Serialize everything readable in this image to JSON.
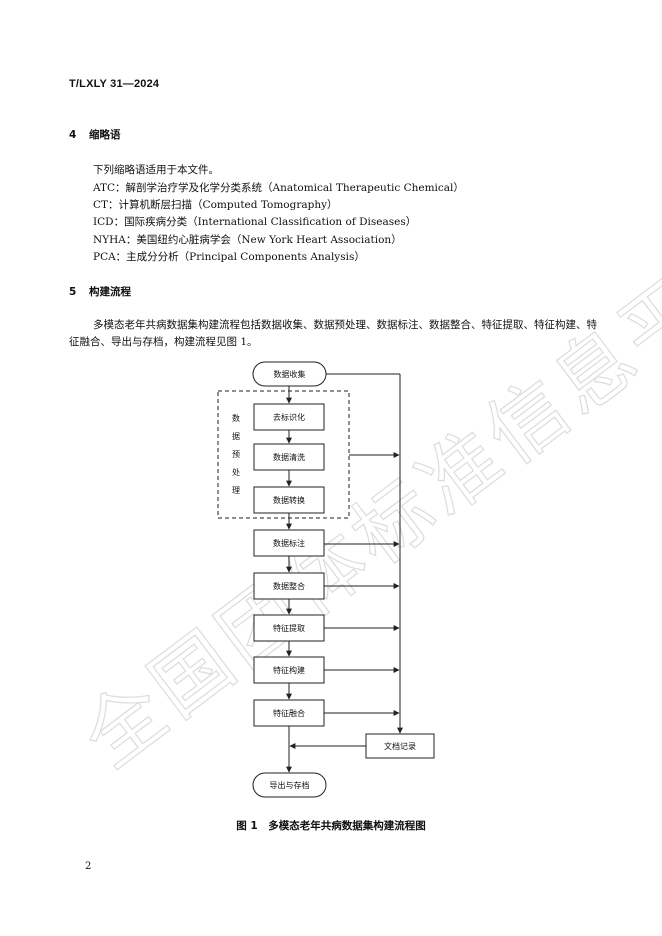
{
  "header": {
    "standard_code": "T/LXLY 31—2024"
  },
  "section4": {
    "number": "4",
    "title": "缩略语",
    "intro": "下列缩略语适用于本文件。",
    "items": [
      "ATC：解剖学治疗学及化学分类系统（Anatomical Therapeutic Chemical）",
      "CT：计算机断层扫描（Computed Tomography）",
      "ICD：国际疾病分类（International Classification of Diseases）",
      "NYHA：美国纽约心脏病学会（New York Heart Association）",
      "PCA：主成分分析（Principal Components Analysis）"
    ]
  },
  "section5": {
    "number": "5",
    "title": "构建流程",
    "paragraph": "多模态老年共病数据集构建流程包括数据收集、数据预处理、数据标注、数据整合、特征提取、特征构建、特征融合、导出与存档，构建流程见图 1。"
  },
  "flowchart": {
    "start": "数据收集",
    "group_label": [
      "数",
      "据",
      "预",
      "处",
      "理"
    ],
    "pre_steps": [
      "去标识化",
      "数据清洗",
      "数据转换"
    ],
    "steps": [
      "数据标注",
      "数据整合",
      "特征提取",
      "特征构建",
      "特征融合"
    ],
    "record": "文档记录",
    "end": "导出与存档"
  },
  "figure": {
    "caption": "图 1　多模态老年共病数据集构建流程图"
  },
  "page_number": "2",
  "watermark": "全国团体标准信息平台",
  "colors": {
    "text": "#111111",
    "watermark": "#e4e4e4",
    "line": "#222222"
  }
}
